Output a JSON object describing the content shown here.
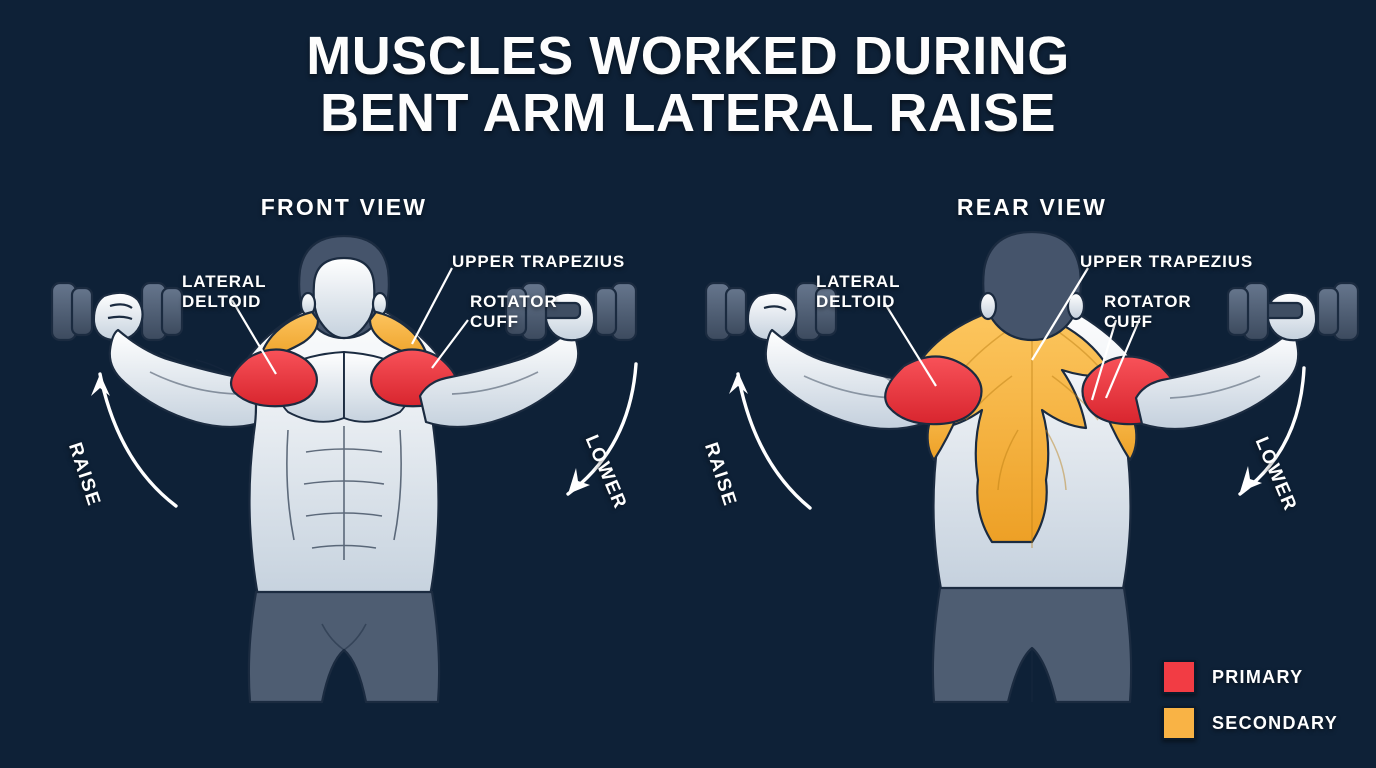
{
  "title": {
    "line1": "MUSCLES WORKED DURING",
    "line2": "BENT ARM LATERAL RAISE"
  },
  "colors": {
    "background": "#0e2137",
    "primary_muscle": "#f23c44",
    "secondary_muscle": "#f9b345",
    "body_light": "#f2f5f8",
    "body_shade": "#c9d4de",
    "outline": "#1b2b40",
    "shorts": "#4e5d72",
    "hair": "#45546b",
    "dumbbell": "#53637a",
    "text": "#ffffff"
  },
  "panels": [
    {
      "id": "front",
      "view_label": "FRONT VIEW",
      "callouts": [
        {
          "id": "lateral-deltoid",
          "text": "LATERAL\nDELTOID"
        },
        {
          "id": "upper-trapezius",
          "text": "UPPER TRAPEZIUS"
        },
        {
          "id": "rotator-cuff",
          "text": "ROTATOR\nCUFF"
        }
      ],
      "motions": [
        {
          "id": "raise",
          "label": "RAISE",
          "direction": "up"
        },
        {
          "id": "lower",
          "label": "LOWER",
          "direction": "down"
        }
      ]
    },
    {
      "id": "rear",
      "view_label": "REAR VIEW",
      "callouts": [
        {
          "id": "lateral-deltoid",
          "text": "LATERAL\nDELTOID"
        },
        {
          "id": "upper-trapezius",
          "text": "UPPER TRAPEZIUS"
        },
        {
          "id": "rotator-cuff",
          "text": "ROTATOR\nCUFF"
        }
      ],
      "motions": [
        {
          "id": "raise",
          "label": "RAISE",
          "direction": "up"
        },
        {
          "id": "lower",
          "label": "LOWER",
          "direction": "down"
        }
      ]
    }
  ],
  "legend": {
    "items": [
      {
        "id": "primary",
        "label": "PRIMARY",
        "color": "#f23c44"
      },
      {
        "id": "secondary",
        "label": "SECONDARY",
        "color": "#f9b345"
      }
    ]
  }
}
